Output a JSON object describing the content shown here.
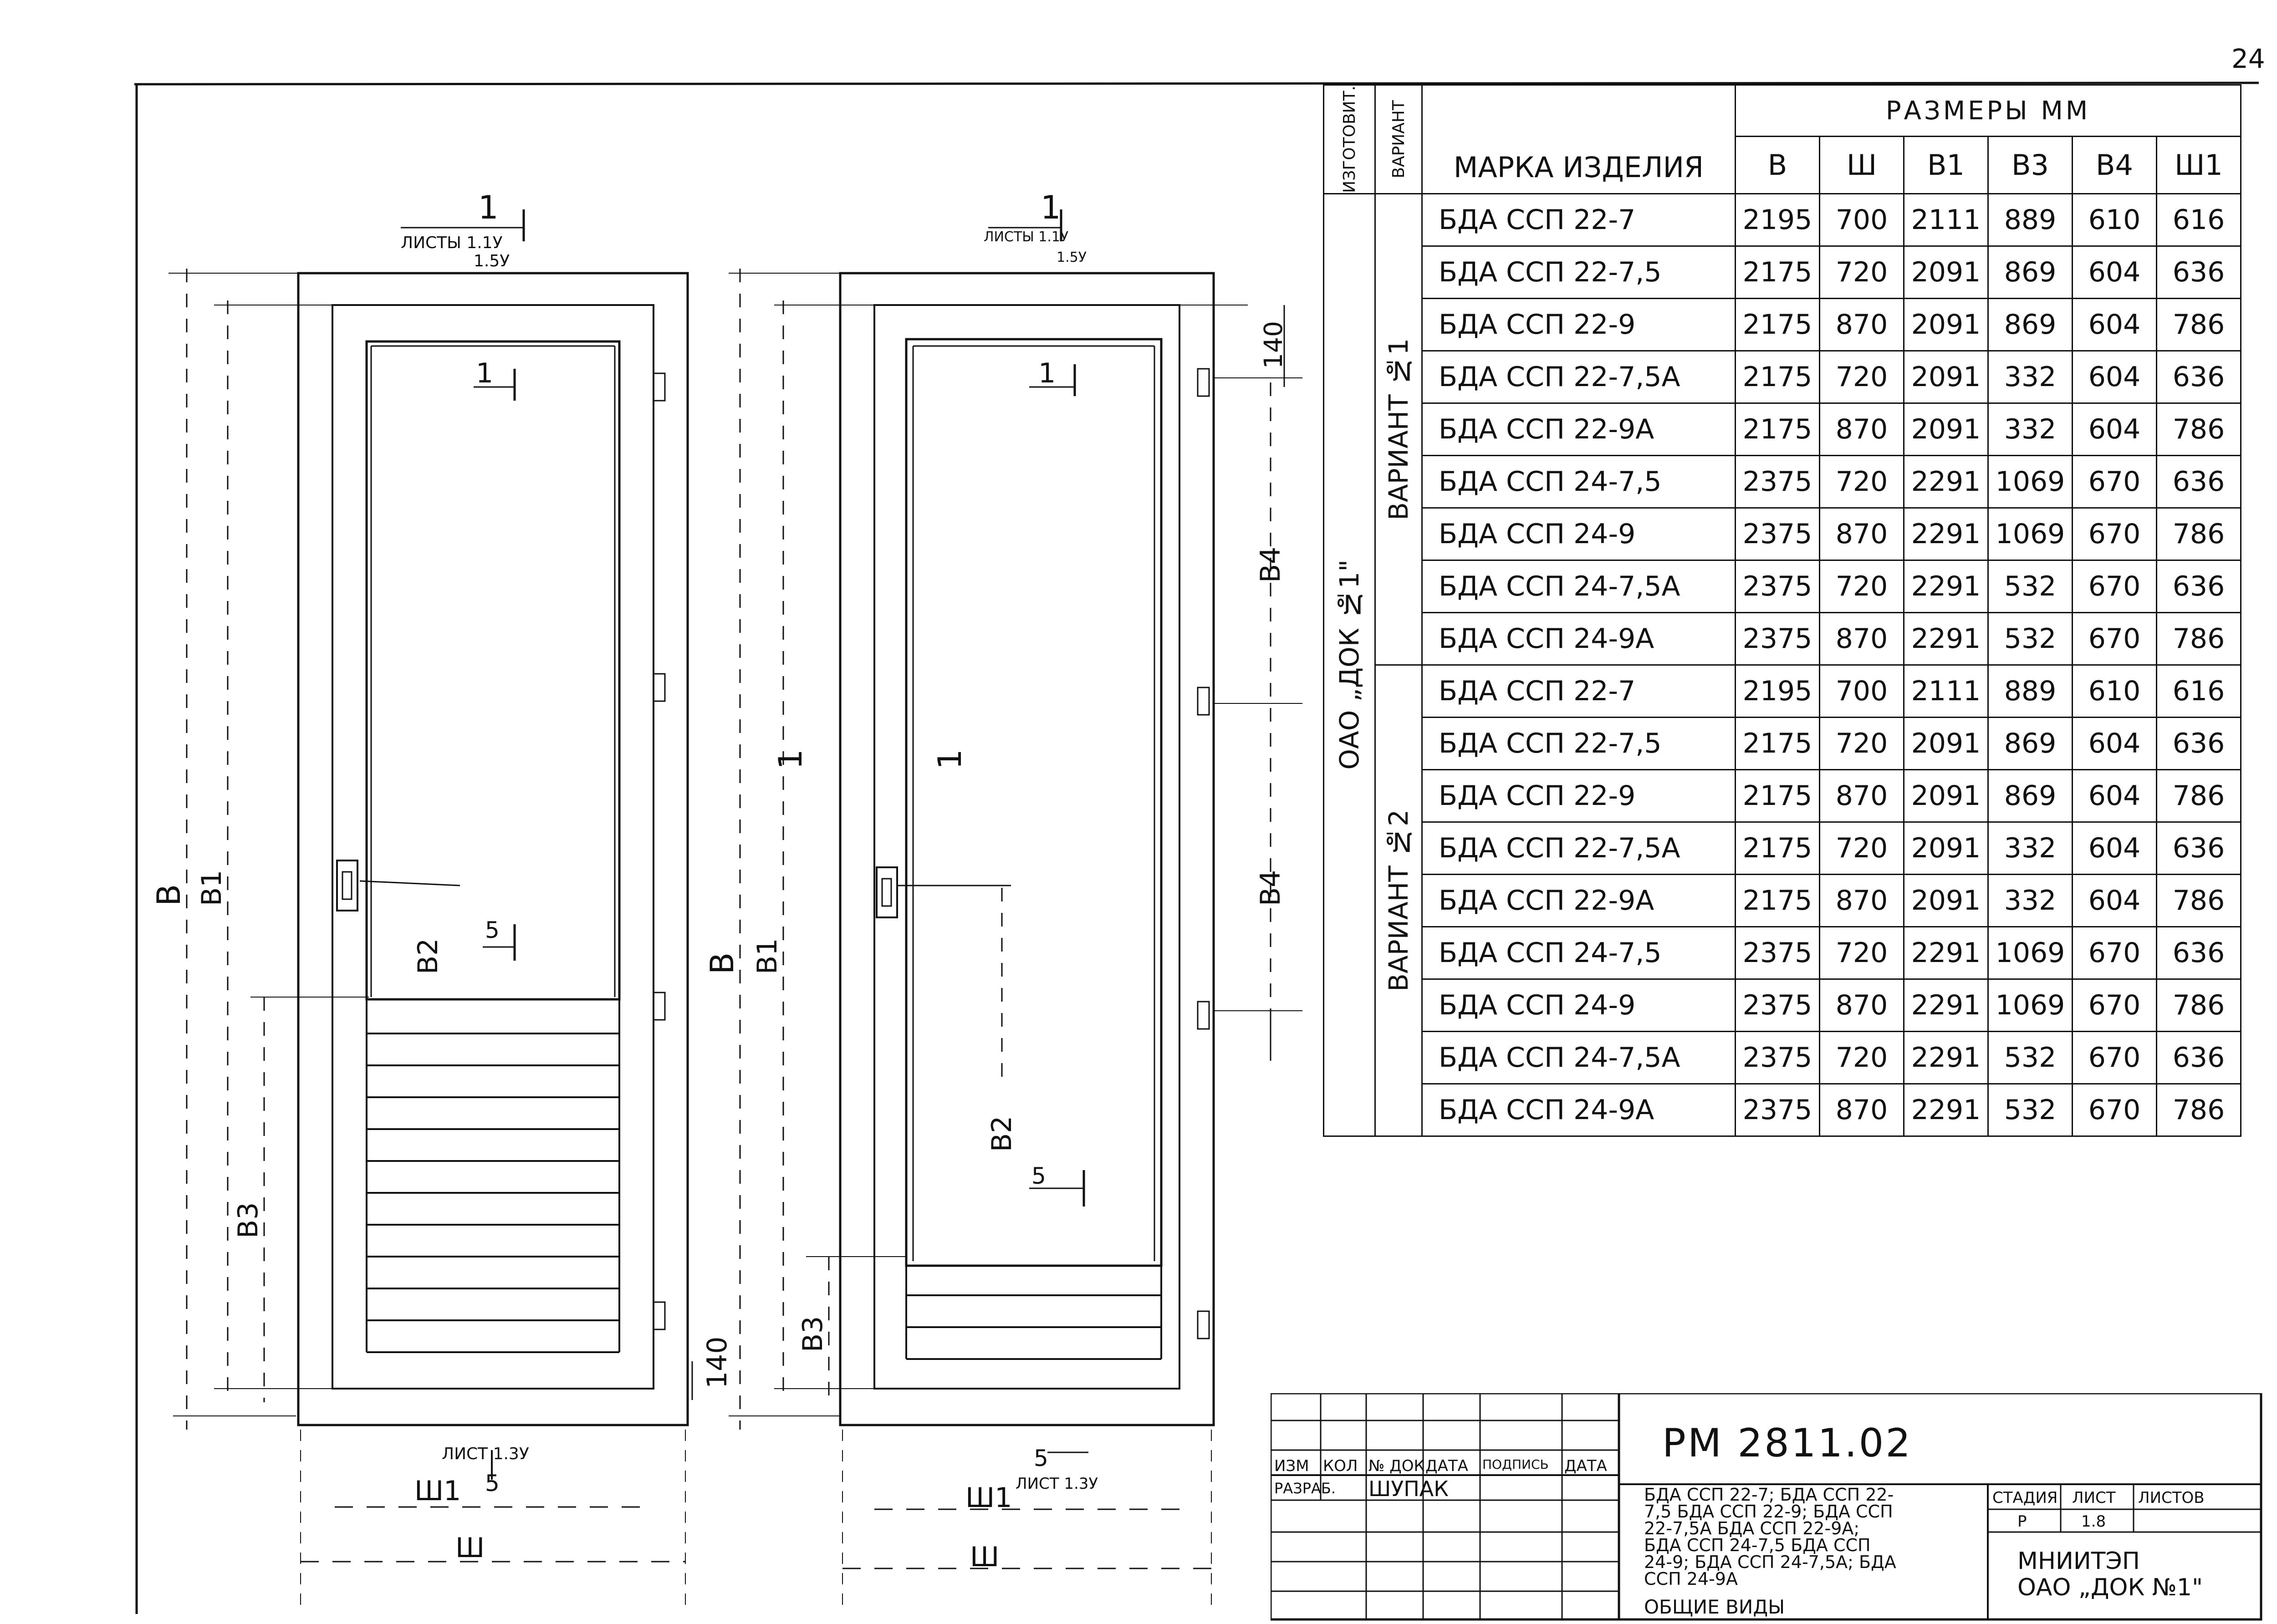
{
  "page_number": "24",
  "drawing": {
    "left_door": {
      "section_mark_top": "1",
      "section_ref_top": "ЛИСТЫ 1.1У",
      "section_ref_top_2": "1.5У",
      "section_mark_bottom": "5",
      "section_ref_bottom": "ЛИСТ 1.3У",
      "labels": {
        "b": "В",
        "b1": "В1",
        "b3": "В3",
        "b2": "В2",
        "w": "Ш",
        "w1": "Ш1",
        "dim_140": "140",
        "cut1_a": "1",
        "cut1_b": "1",
        "cut5": "5"
      }
    },
    "right_door": {
      "section_mark_top": "1",
      "section_ref_top": "ЛИСТЫ 1.1У",
      "section_ref_top_2": "1.5У",
      "section_mark_bottom": "5",
      "section_ref_bottom": "ЛИСТ 1.3У",
      "labels": {
        "b": "В",
        "b1": "В1",
        "b3": "В3",
        "b2": "В2",
        "b4a": "В4",
        "b4b": "В4",
        "w": "Ш",
        "w1": "Ш1",
        "dim_140": "140",
        "cut1_a": "1",
        "cut1_b": "1",
        "cut5": "5"
      }
    }
  },
  "table": {
    "col_maker": "ИЗГОТОВИТ.",
    "col_variant": "ВАРИАНТ",
    "col_mark": "МАРКА ИЗДЕЛИЯ",
    "dims_header": "РАЗМЕРЫ ММ",
    "dim_cols": [
      "В",
      "Ш",
      "В1",
      "В3",
      "В4",
      "Ш1"
    ],
    "maker": "ОАО „ДОК №1\"",
    "variant1": "ВАРИАНТ №1",
    "variant2": "ВАРИАНТ №2",
    "rows": [
      [
        "БДА ССП 22-7",
        "2195",
        "700",
        "2111",
        "889",
        "610",
        "616"
      ],
      [
        "БДА ССП 22-7,5",
        "2175",
        "720",
        "2091",
        "869",
        "604",
        "636"
      ],
      [
        "БДА ССП 22-9",
        "2175",
        "870",
        "2091",
        "869",
        "604",
        "786"
      ],
      [
        "БДА ССП 22-7,5А",
        "2175",
        "720",
        "2091",
        "332",
        "604",
        "636"
      ],
      [
        "БДА ССП 22-9А",
        "2175",
        "870",
        "2091",
        "332",
        "604",
        "786"
      ],
      [
        "БДА ССП 24-7,5",
        "2375",
        "720",
        "2291",
        "1069",
        "670",
        "636"
      ],
      [
        "БДА ССП 24-9",
        "2375",
        "870",
        "2291",
        "1069",
        "670",
        "786"
      ],
      [
        "БДА ССП 24-7,5А",
        "2375",
        "720",
        "2291",
        "532",
        "670",
        "636"
      ],
      [
        "БДА ССП 24-9А",
        "2375",
        "870",
        "2291",
        "532",
        "670",
        "786"
      ],
      [
        "БДА ССП 22-7",
        "2195",
        "700",
        "2111",
        "889",
        "610",
        "616"
      ],
      [
        "БДА ССП 22-7,5",
        "2175",
        "720",
        "2091",
        "869",
        "604",
        "636"
      ],
      [
        "БДА ССП 22-9",
        "2175",
        "870",
        "2091",
        "869",
        "604",
        "786"
      ],
      [
        "БДА ССП 22-7,5А",
        "2175",
        "720",
        "2091",
        "332",
        "604",
        "636"
      ],
      [
        "БДА ССП 22-9А",
        "2175",
        "870",
        "2091",
        "332",
        "604",
        "786"
      ],
      [
        "БДА ССП 24-7,5",
        "2375",
        "720",
        "2291",
        "1069",
        "670",
        "636"
      ],
      [
        "БДА ССП 24-9",
        "2375",
        "870",
        "2291",
        "1069",
        "670",
        "786"
      ],
      [
        "БДА ССП 24-7,5А",
        "2375",
        "720",
        "2291",
        "532",
        "670",
        "636"
      ],
      [
        "БДА ССП 24-9А",
        "2375",
        "870",
        "2291",
        "532",
        "670",
        "786"
      ]
    ]
  },
  "stamp": {
    "code": "РМ 2811.02",
    "col_heads": [
      "ИЗМ",
      "КОЛ",
      "№ ДОК",
      "ДАТА",
      "ПОДПИСЬ",
      "ДАТА"
    ],
    "role": "РАЗРАБ.",
    "name": "ШУПАК",
    "description": "БДА ССП 22-7; БДА ССП 22-7,5 БДА ССП 22-9; БДА ССП 22-7,5А БДА ССП 22-9А; БДА ССП 24-7,5 БДА ССП 24-9; БДА ССП 24-7,5А; БДА ССП 24-9А",
    "title": "ОБЩИЕ ВИДЫ",
    "stage_head": "СТАДИЯ",
    "sheet_head": "ЛИСТ",
    "sheets_head": "ЛИСТОВ",
    "stage": "Р",
    "sheet": "1.8",
    "org": "МНИИТЭП",
    "org2": "ОАО „ДОК №1\""
  }
}
